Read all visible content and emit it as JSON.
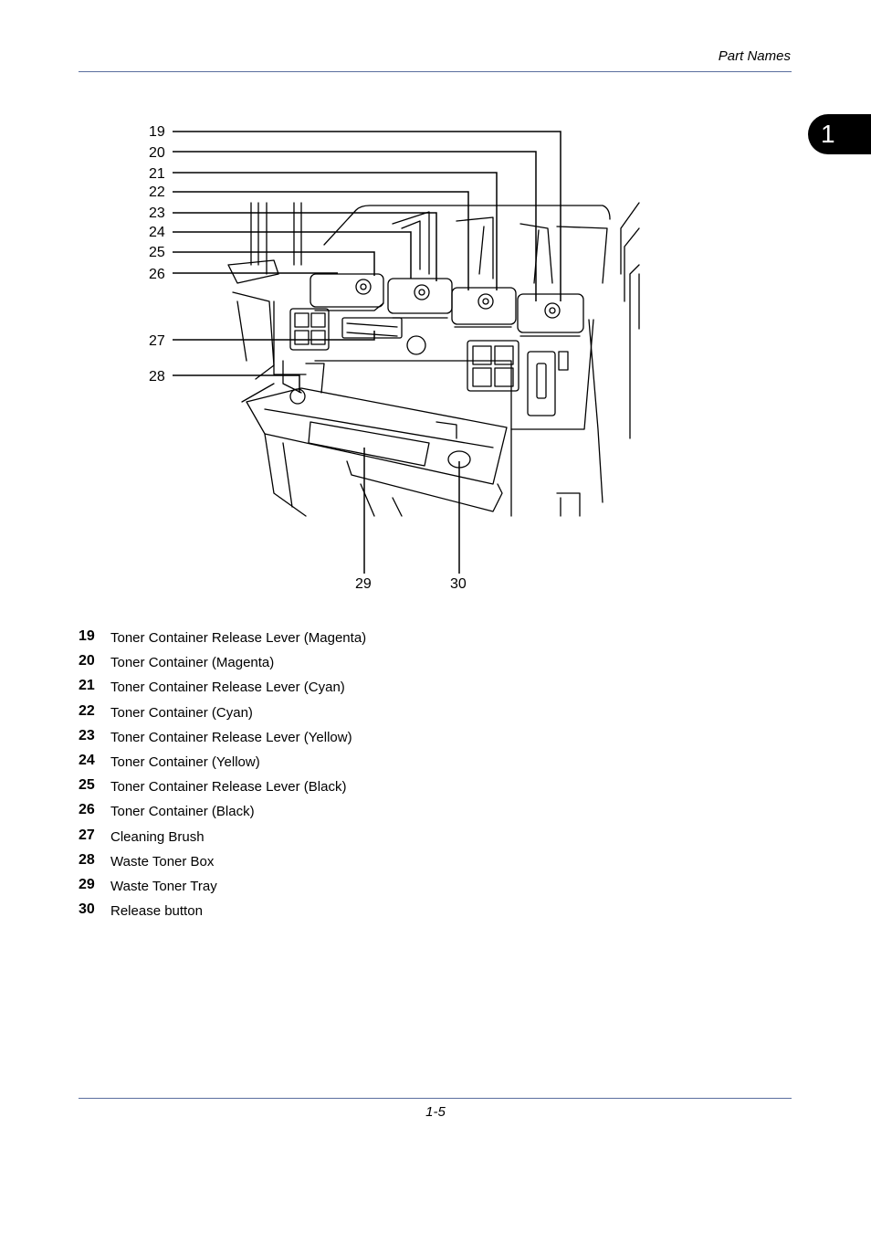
{
  "header": {
    "title": "Part Names"
  },
  "chapter_tab": {
    "number": "1"
  },
  "figure": {
    "callouts": [
      "19",
      "20",
      "21",
      "22",
      "23",
      "24",
      "25",
      "26",
      "27",
      "28",
      "29",
      "30"
    ]
  },
  "legend": [
    {
      "num": "19",
      "text": "Toner Container Release Lever (Magenta)"
    },
    {
      "num": "20",
      "text": "Toner Container (Magenta)"
    },
    {
      "num": "21",
      "text": "Toner Container Release Lever (Cyan)"
    },
    {
      "num": "22",
      "text": "Toner Container (Cyan)"
    },
    {
      "num": "23",
      "text": "Toner Container Release Lever (Yellow)"
    },
    {
      "num": "24",
      "text": "Toner Container (Yellow)"
    },
    {
      "num": "25",
      "text": "Toner Container Release Lever (Black)"
    },
    {
      "num": "26",
      "text": "Toner Container (Black)"
    },
    {
      "num": "27",
      "text": "Cleaning Brush"
    },
    {
      "num": "28",
      "text": "Waste Toner Box"
    },
    {
      "num": "29",
      "text": "Waste Toner Tray"
    },
    {
      "num": "30",
      "text": "Release button"
    }
  ],
  "footer": {
    "page_number": "1-5"
  }
}
